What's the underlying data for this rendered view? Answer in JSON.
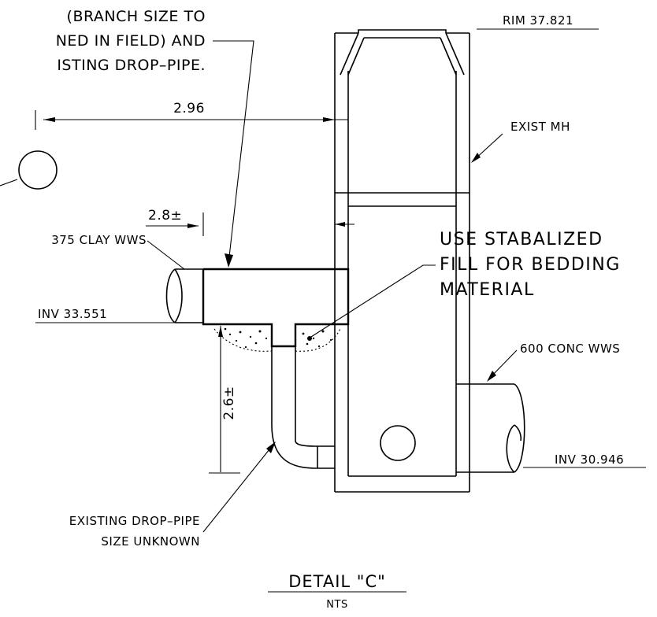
{
  "notes": {
    "top_note_lines": [
      "(BRANCH SIZE TO",
      "NED IN FIELD) AND",
      "ISTING DROP–PIPE."
    ],
    "rim": "RIM 37.821",
    "exist_mh": "EXIST MH",
    "dim_horizontal": "2.96",
    "dim_small": "2.8±",
    "clay_pipe": "375 CLAY WWS",
    "inv_upper": "INV 33.551",
    "stabilized_lines": [
      "USE STABALIZED",
      "FILL FOR BEDDING",
      "MATERIAL"
    ],
    "conc_pipe": "600 CONC WWS",
    "dim_vertical": "2.6±",
    "inv_lower": "INV 30.946",
    "drop_pipe_lines": [
      "EXISTING DROP–PIPE",
      "SIZE UNKNOWN"
    ],
    "detail_title": "DETAIL \"C\"",
    "detail_scale": "NTS"
  }
}
